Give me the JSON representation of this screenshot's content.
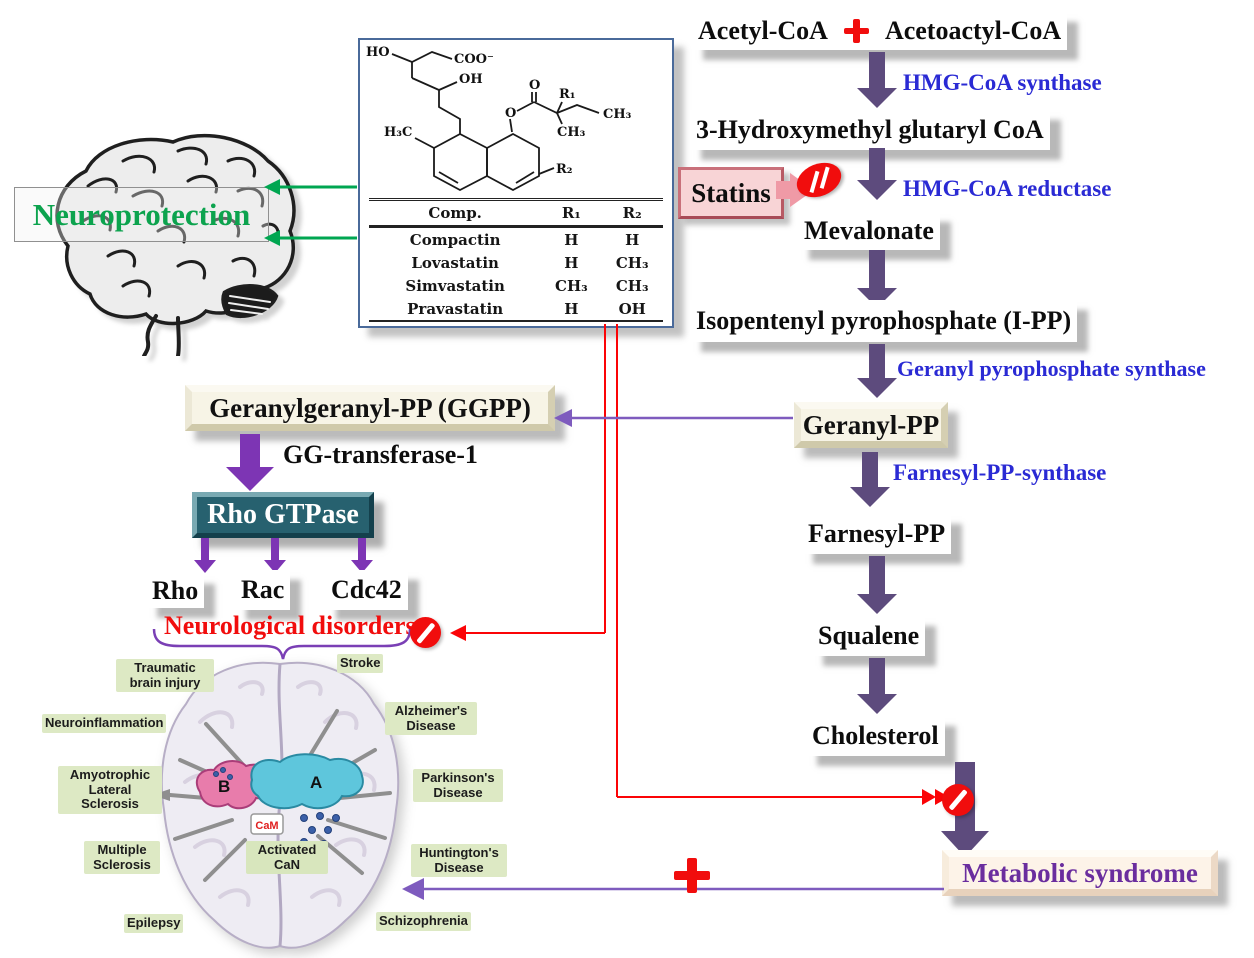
{
  "icons": {
    "plus": "✚",
    "inhibition": "🚫",
    "arrow_down": "▼",
    "arrow_left": "◀"
  },
  "colors": {
    "pathway_arrow": "#5d4b7d",
    "branch_arrow": "#7d35b4",
    "enzyme_blue": "#2a2ad4",
    "inhibit_red": "#f10d0d",
    "connector_red": "#fb0407",
    "connector_purple": "#7e5bbe",
    "neuroprotection_green": "#0ca34e",
    "metabolic_text": "#6a2d9e",
    "teal_box": "#27616f",
    "disease_label_bg": "#dde9c4",
    "bevel_cream": "#f7f4e6",
    "statins_pink": "#f8d4d6"
  },
  "neuroprotection": {
    "label": "Neuroprotection"
  },
  "statin_panel": {
    "atoms": {
      "ho": "HO",
      "coo": "COO⁻",
      "oh": "OH",
      "o_carbonyl": "O",
      "r1": "R₁",
      "ch3_right": "CH₃",
      "o_ester": "O",
      "ch3_mid": "CH₃",
      "h3c": "H₃C",
      "r2": "R₂"
    },
    "table": {
      "headers": [
        "Comp.",
        "R₁",
        "R₂"
      ],
      "rows": [
        [
          "Compactin",
          "H",
          "H"
        ],
        [
          "Lovastatin",
          "H",
          "CH₃"
        ],
        [
          "Simvastatin",
          "CH₃",
          "CH₃"
        ],
        [
          "Pravastatin",
          "H",
          "OH"
        ]
      ]
    }
  },
  "pathway": {
    "acetyl": "Acetyl-CoA",
    "plus": "+",
    "acetoacetyl": "Acetoactyl-CoA",
    "hmg": "3-Hydroxymethyl glutaryl CoA",
    "mevalonate": "Mevalonate",
    "ipp": "Isopentenyl pyrophosphate (I-PP)",
    "geranyl_pp": "Geranyl-PP",
    "farnesyl_pp": "Farnesyl-PP",
    "squalene": "Squalene",
    "cholesterol": "Cholesterol",
    "metabolic_syndrome": "Metabolic syndrome",
    "statins": "Statins",
    "enzymes": {
      "hmg_synthase": "HMG-CoA synthase",
      "hmg_reductase": "HMG-CoA reductase",
      "gpp_synthase": "Geranyl pyrophosphate synthase",
      "fpp_synthase": "Farnesyl-PP-synthase"
    }
  },
  "ggpp_branch": {
    "ggpp": "Geranylgeranyl-PP (GGPP)",
    "transferase": "GG-transferase-1",
    "rho_gtpase": "Rho GTPase",
    "rho": "Rho",
    "rac": "Rac",
    "cdc42": "Cdc42",
    "neurological_disorders": "Neurological disorders"
  },
  "brain_map": {
    "diseases": {
      "tbi": "Traumatic brain injury",
      "stroke": "Stroke",
      "neuroinflammation": "Neuroinflammation",
      "alzheimers": "Alzheimer's Disease",
      "als": "Amyotrophic Lateral Sclerosis",
      "parkinsons": "Parkinson's Disease",
      "ms": "Multiple Sclerosis",
      "huntingtons": "Huntington's Disease",
      "epilepsy": "Epilepsy",
      "schizophrenia": "Schizophrenia"
    },
    "blob_a": "A",
    "blob_b": "B",
    "cam": "CaM",
    "activated_can": "Activated CaN"
  }
}
